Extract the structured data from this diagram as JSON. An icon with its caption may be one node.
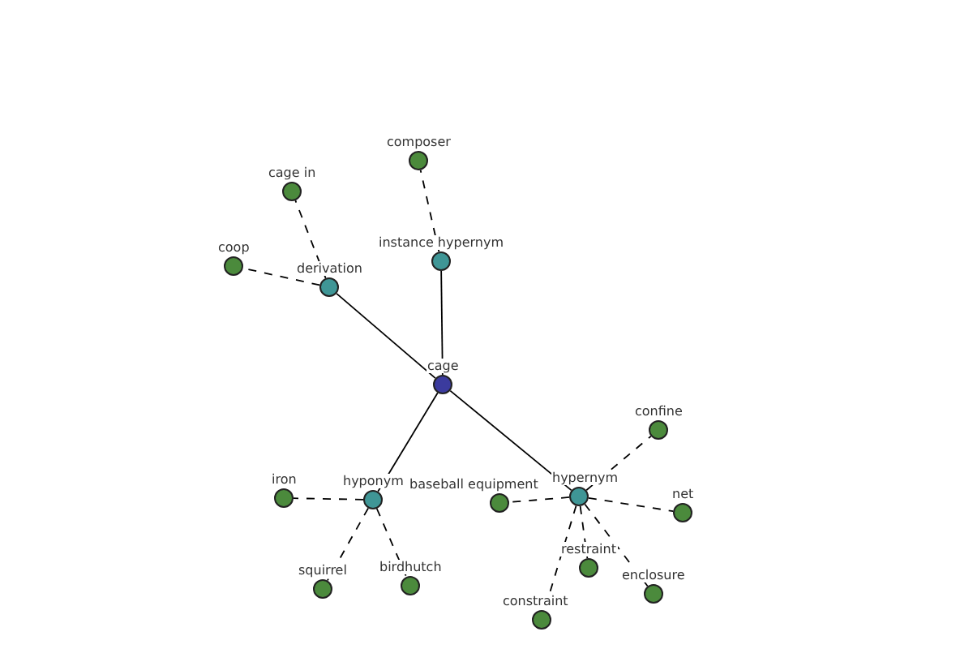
{
  "diagram": {
    "nodes": [
      {
        "text": [
          "cage"
        ]
      },
      {
        "text": [
          "derivation"
        ]
      },
      {
        "text": [
          "instance hypernym"
        ]
      },
      {
        "text": [
          "hyponym"
        ]
      },
      {
        "text": [
          "hypernym"
        ]
      },
      {
        "text": [
          "cage in"
        ]
      },
      {
        "text": [
          "coop"
        ]
      },
      {
        "text": [
          "composer"
        ]
      },
      {
        "text": [
          "iron"
        ]
      },
      {
        "text": [
          "squirrel"
        ]
      },
      {
        "text": [
          "birdhutch"
        ]
      },
      {
        "text": [
          "baseball equipment"
        ]
      },
      {
        "text": [
          "confine"
        ]
      },
      {
        "text": [
          "net"
        ]
      },
      {
        "text": [
          "restraint"
        ]
      },
      {
        "text": [
          "enclosure"
        ]
      },
      {
        "text": [
          "constraint"
        ]
      }
    ],
    "edges": [
      {
        "from": 0,
        "to": 1,
        "arrow": "none"
      },
      {
        "from": 0,
        "to": 2,
        "arrow": "none"
      },
      {
        "from": 0,
        "to": 3,
        "arrow": "none"
      },
      {
        "from": 0,
        "to": 4,
        "arrow": "none"
      },
      {
        "from": 1,
        "to": 5,
        "arrow": "none",
        "style": "dashed"
      },
      {
        "from": 1,
        "to": 6,
        "arrow": "none",
        "style": "dashed"
      },
      {
        "from": 2,
        "to": 7,
        "arrow": "none",
        "style": "dashed"
      },
      {
        "from": 3,
        "to": 8,
        "arrow": "none",
        "style": "dashed"
      },
      {
        "from": 3,
        "to": 9,
        "arrow": "none",
        "style": "dashed"
      },
      {
        "from": 3,
        "to": 10,
        "arrow": "none",
        "style": "dashed"
      },
      {
        "from": 4,
        "to": 11,
        "arrow": "none",
        "style": "dashed"
      },
      {
        "from": 4,
        "to": 12,
        "arrow": "none",
        "style": "dashed"
      },
      {
        "from": 4,
        "to": 13,
        "arrow": "none",
        "style": "dashed"
      },
      {
        "from": 4,
        "to": 14,
        "arrow": "none",
        "style": "dashed"
      },
      {
        "from": 4,
        "to": 15,
        "arrow": "none",
        "style": "dashed"
      },
      {
        "from": 4,
        "to": 16,
        "arrow": "none",
        "style": "dashed"
      }
    ]
  }
}
